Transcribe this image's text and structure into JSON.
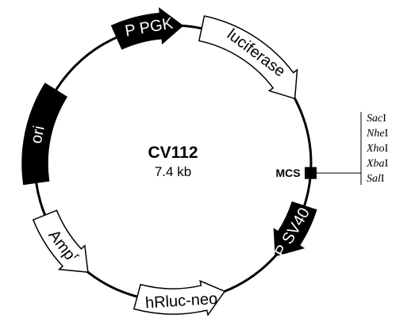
{
  "plasmid": {
    "name": "CV112",
    "size": "7.4 kb"
  },
  "features": [
    {
      "id": "ppgk",
      "label": "P PGK",
      "fill": "#000000",
      "text_color": "#ffffff",
      "start_deg": -24,
      "end_deg": 4,
      "orientation": "cw"
    },
    {
      "id": "luciferase",
      "label": "luciferase",
      "fill": "#ffffff",
      "text_color": "#000000",
      "start_deg": 12,
      "end_deg": 62,
      "orientation": "cw"
    },
    {
      "id": "psv40",
      "label": "P SV40",
      "fill": "#000000",
      "text_color": "#ffffff",
      "start_deg": 108,
      "end_deg": 132,
      "orientation": "cw"
    },
    {
      "id": "hrluc-neo",
      "label": "hRluc-neo",
      "fill": "#ffffff",
      "text_color": "#000000",
      "start_deg": 158,
      "end_deg": 195,
      "orientation": "ccw"
    },
    {
      "id": "ampr",
      "label": "Amp",
      "superscript": "r",
      "fill": "#ffffff",
      "text_color": "#000000",
      "start_deg": 218,
      "end_deg": 248,
      "orientation": "ccw"
    },
    {
      "id": "ori",
      "label": "ori",
      "fill": "#000000",
      "text_color": "#ffffff",
      "start_deg": 262,
      "end_deg": 302,
      "orientation": "none"
    }
  ],
  "mcs": {
    "label": "MCS",
    "angle_deg": 94,
    "sites": [
      {
        "italic": "Sac",
        "roman": "I"
      },
      {
        "italic": "Nhe",
        "roman": "I"
      },
      {
        "italic": "Xho",
        "roman": "I"
      },
      {
        "italic": "Xba",
        "roman": "I"
      },
      {
        "italic": "Sal",
        "roman": "I"
      }
    ]
  }
}
